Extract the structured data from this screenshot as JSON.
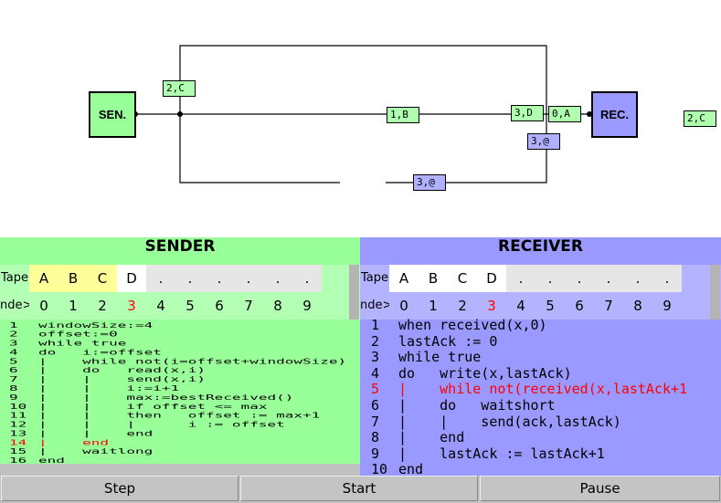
{
  "diagram": {
    "sender_label": "SEN.",
    "receiver_label": "REC.",
    "packets": [
      {
        "text": "2,C",
        "kind": "data"
      },
      {
        "text": "1,B",
        "kind": "data"
      },
      {
        "text": "3,D",
        "kind": "data"
      },
      {
        "text": "0,A",
        "kind": "data"
      },
      {
        "text": "3,@",
        "kind": "ack"
      },
      {
        "text": "3,@",
        "kind": "ack"
      },
      {
        "text": "2,C",
        "kind": "data"
      }
    ],
    "colors": {
      "sender": "#99ff99",
      "receiver": "#9999ff",
      "data_packet": "#b0ffb0",
      "ack_packet": "#b0b0ff"
    }
  },
  "sender": {
    "title": "SENDER",
    "tape_label": "Tape",
    "index_label": "nde>",
    "tape": [
      "A",
      "B",
      "C",
      "D",
      ".",
      ".",
      ".",
      ".",
      ".",
      "."
    ],
    "tape_highlight": [
      "yellow",
      "yellow",
      "yellow",
      "white",
      "gray",
      "gray",
      "gray",
      "gray",
      "gray",
      "gray"
    ],
    "indices": [
      "0",
      "1",
      "2",
      "3",
      "4",
      "5",
      "6",
      "7",
      "8",
      "9"
    ],
    "current_index": 3,
    "code": [
      {
        "n": "1",
        "t": "windowSize:=4"
      },
      {
        "n": "2",
        "t": "offset:=0"
      },
      {
        "n": "3",
        "t": "while true"
      },
      {
        "n": "4",
        "t": "do   i:=offset"
      },
      {
        "n": "5",
        "t": "|    while not(i=offset+windowSize)"
      },
      {
        "n": "6",
        "t": "|    do   read(x,i)"
      },
      {
        "n": "7",
        "t": "|    |    send(x,i)"
      },
      {
        "n": "8",
        "t": "|    |    i:=i+1"
      },
      {
        "n": "9",
        "t": "|    |    max:=bestReceived()"
      },
      {
        "n": "10",
        "t": "|    |    if offset <= max"
      },
      {
        "n": "11",
        "t": "|    |    then   offset := max+1"
      },
      {
        "n": "12",
        "t": "|    |    |      i := offset"
      },
      {
        "n": "13",
        "t": "|    |    end"
      },
      {
        "n": "14",
        "t": "|    end",
        "active": true
      },
      {
        "n": "15",
        "t": "|    waitlong"
      },
      {
        "n": "16",
        "t": "end"
      }
    ]
  },
  "receiver": {
    "title": "RECEIVER",
    "tape_label": "Tape",
    "index_label": "nde>",
    "tape": [
      "A",
      "B",
      "C",
      "D",
      ".",
      ".",
      ".",
      ".",
      ".",
      "."
    ],
    "tape_highlight": [
      "white",
      "white",
      "white",
      "white",
      "gray",
      "gray",
      "gray",
      "gray",
      "gray",
      "gray"
    ],
    "indices": [
      "0",
      "1",
      "2",
      "3",
      "4",
      "5",
      "6",
      "7",
      "8",
      "9"
    ],
    "current_index": 3,
    "code": [
      {
        "n": "1",
        "t": "when received(x,0)"
      },
      {
        "n": "2",
        "t": "lastAck := 0"
      },
      {
        "n": "3",
        "t": "while true"
      },
      {
        "n": "4",
        "t": "do   write(x,lastAck)"
      },
      {
        "n": "5",
        "t": "|    while not(received(x,lastAck+1",
        "active": true
      },
      {
        "n": "6",
        "t": "|    do   waitshort"
      },
      {
        "n": "7",
        "t": "|    |    send(ack,lastAck)"
      },
      {
        "n": "8",
        "t": "|    end"
      },
      {
        "n": "9",
        "t": "|    lastAck := lastAck+1"
      },
      {
        "n": "10",
        "t": "end"
      }
    ]
  },
  "buttons": {
    "step": "Step",
    "start": "Start",
    "pause": "Pause"
  }
}
